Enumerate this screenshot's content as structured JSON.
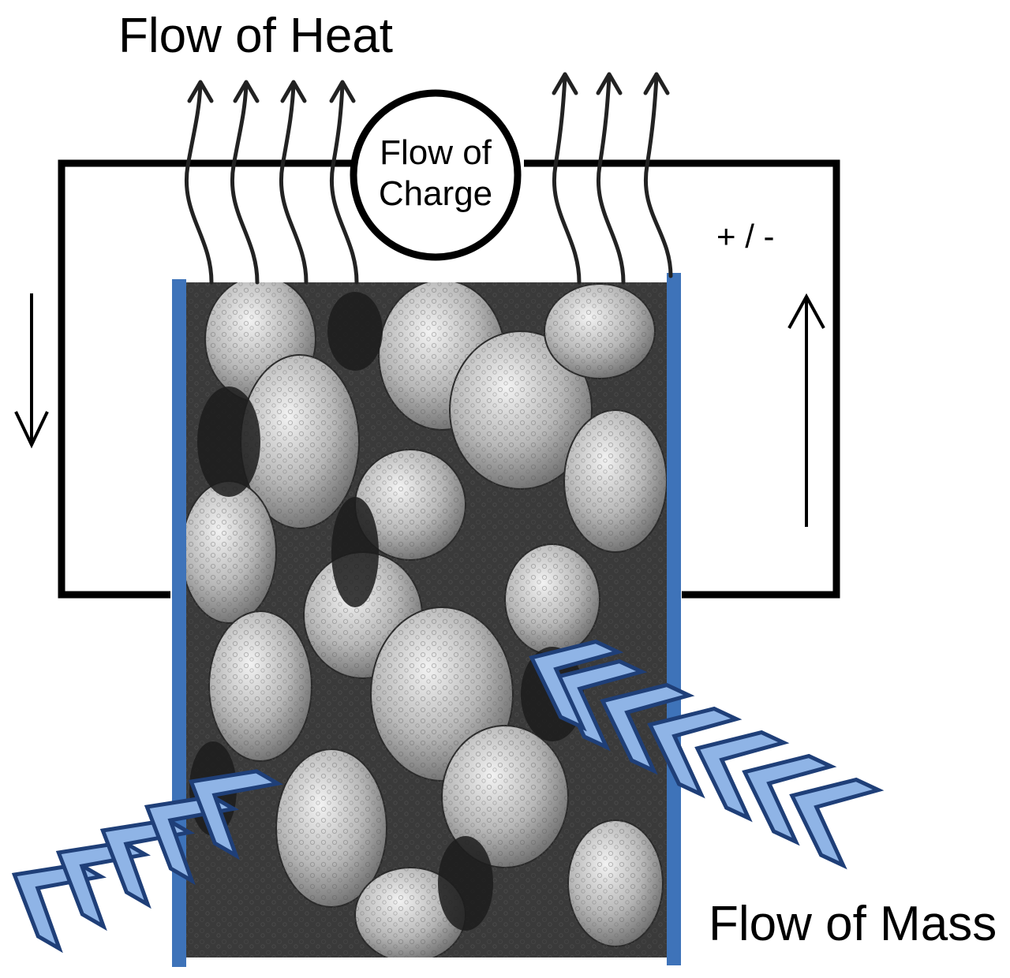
{
  "diagram": {
    "heat_label": "Flow of Heat",
    "charge_label_line1": "Flow of",
    "charge_label_line2": "Charge",
    "polarity_label": "+ / -",
    "mass_label": "Flow of Mass",
    "electrode_color": "#3e73b9",
    "chevron_fill": "#8fb4e6",
    "chevron_stroke": "#1f3f78",
    "photo_description": "grayscale SEM micrograph of porous electrode material"
  }
}
